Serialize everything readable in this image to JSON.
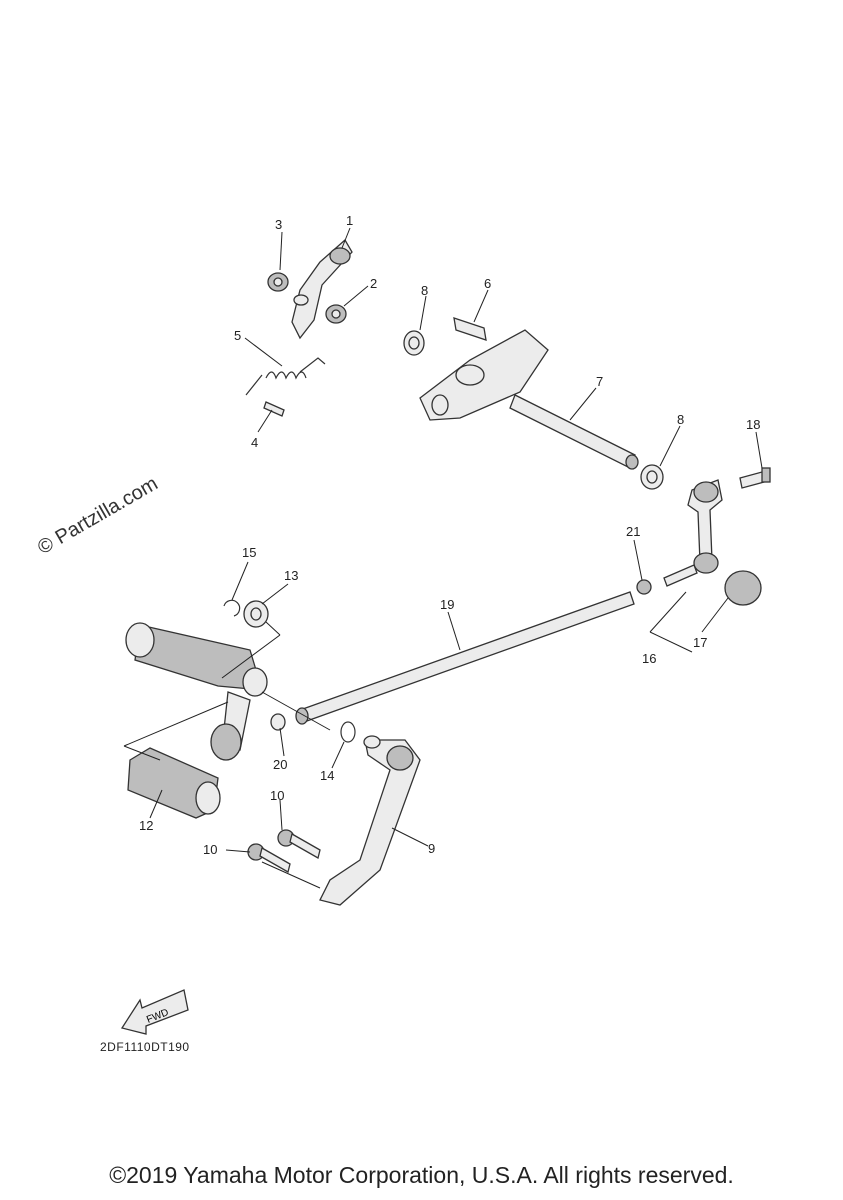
{
  "watermark": "© Partzilla.com",
  "drawing_code": "2DF1110DT190",
  "fwd_label": "FWD",
  "copyright": "©2019 Yamaha Motor Corporation, U.S.A. All rights reserved.",
  "callouts": {
    "c1": "1",
    "c2": "2",
    "c3": "3",
    "c4": "4",
    "c5": "5",
    "c6": "6",
    "c7": "7",
    "c8a": "8",
    "c8b": "8",
    "c9": "9",
    "c10a": "10",
    "c10b": "10",
    "c12": "12",
    "c13": "13",
    "c14": "14",
    "c15": "15",
    "c16": "16",
    "c17": "17",
    "c18": "18",
    "c19": "19",
    "c20": "20",
    "c21": "21"
  }
}
